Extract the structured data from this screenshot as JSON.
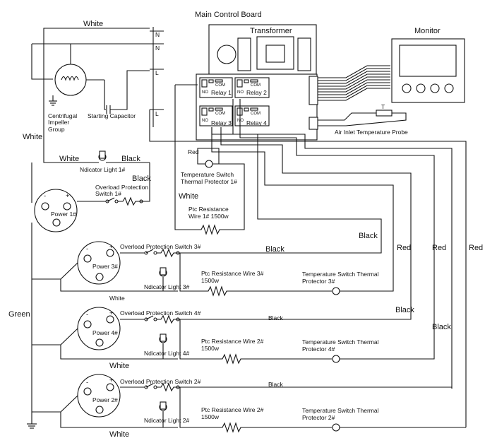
{
  "board": {
    "title": "Main Control Board",
    "transformer": "Transformer",
    "n1": "N",
    "n2": "N",
    "l1": "L",
    "l2": "L",
    "relays": [
      {
        "no": "NO",
        "com": "COM",
        "label": "Relay 1"
      },
      {
        "no": "NO",
        "com": "COM",
        "label": "Relay 2"
      },
      {
        "no": "NO",
        "com": "COM",
        "label": "Relay 3"
      },
      {
        "no": "NO",
        "com": "COM",
        "label": "Relay 4"
      }
    ]
  },
  "monitor": {
    "label": "Monitor"
  },
  "probe": {
    "t": "T",
    "label": "Air Inlet Temperature Probe"
  },
  "fan": {
    "label": "Centrifugal\nImpeller\nGroup",
    "capacitor": "Starting Capacitor"
  },
  "wires": {
    "white_top": "White",
    "white_left": "White",
    "white_mid": "White",
    "black_mid": "Black",
    "black_right": "Black",
    "red_probe": "Red",
    "white_ptc": "White",
    "black_1": "Black",
    "black_2": "Black",
    "red_1": "Red",
    "red_2": "Red",
    "red_3": "Red",
    "green": "Green",
    "white_3": "White",
    "black_3": "Black",
    "black_4": "Black",
    "white_4": "White",
    "black_5": "Black",
    "white_5": "White"
  },
  "unit1": {
    "indicator": "Ndicator Light 1#",
    "overload": "Overload Protection\nSwitch 1#",
    "power": "Power  1#",
    "temp_switch": "Temperature Switch\nThermal Protector 1#",
    "ptc": "Ptc Resistance\nWire 1# 1500w"
  },
  "unit3": {
    "overload": "Overload Protection Switch 3#",
    "power": "Power  3#",
    "indicator": "Ndicator Light 3#",
    "ptc": "Ptc Resistance Wire 3#\n1500w",
    "temp_switch": "Temperature Switch Thermal\nProtector 3#"
  },
  "unit4": {
    "overload": "Overload Protection Switch 4#",
    "power": "Power  4#",
    "indicator": "Ndicator Light 4#",
    "ptc": "Ptc Resistance Wire 2#\n1500w",
    "temp_switch": "Temperature Switch Thermal\nProtector 4#"
  },
  "unit2": {
    "overload": "Overload Protection Switch 2#",
    "power": "Power  2#",
    "indicator": "Ndicator Light 2#",
    "ptc": "Ptc Resistance Wire 2#\n1500w",
    "temp_switch": "Temperature Switch Thermal\nProtector 2#"
  },
  "terminals": {
    "plus": "+",
    "minus": "-"
  }
}
